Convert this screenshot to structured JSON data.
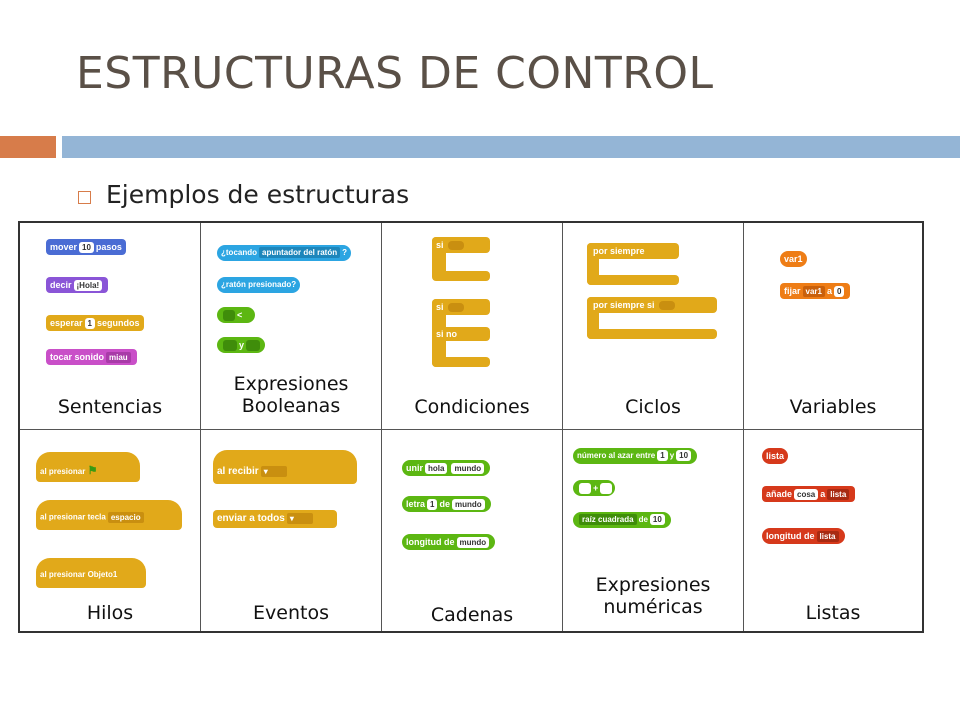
{
  "slide": {
    "title": "ESTRUCTURAS DE CONTROL",
    "bullet": "Ejemplos de estructuras"
  },
  "cells": {
    "sentencias": {
      "caption": "Sentencias",
      "move_a": "mover",
      "move_val": "10",
      "move_b": "pasos",
      "say_a": "decir",
      "say_val": "¡Hola!",
      "wait_a": "esperar",
      "wait_val": "1",
      "wait_b": "segundos",
      "sound_a": "tocar sonido",
      "sound_val": "miau"
    },
    "booleanas": {
      "caption_l1": "Expresiones",
      "caption_l2": "Booleanas",
      "touch_a": "¿tocando",
      "touch_val": "apuntador del ratón",
      "touch_b": "?",
      "mouse": "¿ratón presionado?",
      "not_label": "<",
      "and_label": "y"
    },
    "condiciones": {
      "caption": "Condiciones",
      "if1": "si",
      "if2": "si",
      "else": "si no"
    },
    "ciclos": {
      "caption": "Ciclos",
      "forever": "por siempre",
      "forever_if": "por siempre si"
    },
    "variables": {
      "caption": "Variables",
      "var_name": "var1",
      "set_a": "fijar",
      "set_var": "var1",
      "set_b": "a",
      "set_val": "0"
    },
    "hilos": {
      "caption": "Hilos",
      "flag": "al presionar",
      "key_a": "al presionar tecla",
      "key_val": "espacio",
      "obj": "al presionar Objeto1"
    },
    "eventos": {
      "caption": "Eventos",
      "receive": "al recibir",
      "broadcast": "enviar a todos"
    },
    "cadenas": {
      "caption": "Cadenas",
      "join_a": "unir",
      "join_v1": "hola",
      "join_v2": "mundo",
      "letter_a": "letra",
      "letter_v1": "1",
      "letter_b": "de",
      "letter_v2": "mundo",
      "length_a": "longitud de",
      "length_v": "mundo"
    },
    "numericas": {
      "caption_l1": "Expresiones",
      "caption_l2": "numéricas",
      "rand_a": "número al azar entre",
      "rand_v1": "1",
      "rand_b": "y",
      "rand_v2": "10",
      "plus": "+",
      "sqrt_a": "raíz cuadrada",
      "sqrt_b": "de",
      "sqrt_v": "10"
    },
    "listas": {
      "caption": "Listas",
      "list_name": "lista",
      "add_a": "añade",
      "add_v": "cosa",
      "add_b": "a",
      "add_list": "lista",
      "len_a": "longitud de",
      "len_list": "lista"
    }
  },
  "colors": {
    "title": "#5a5047",
    "accent_orange": "#d77c4a",
    "accent_blue": "#94b5d6",
    "motion_blue": "#4a6cd4",
    "looks_purple": "#8a55d7",
    "control_yellow": "#e1a91a",
    "sound_pink": "#c94fc8",
    "sensing_sky": "#2ca5e2",
    "operators_green": "#5cb712",
    "variables_orange": "#ee7d16"
  }
}
